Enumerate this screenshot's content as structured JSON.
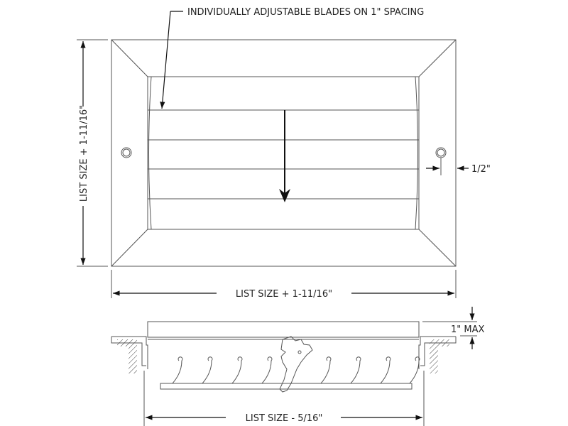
{
  "annotations": {
    "blade_note": "INDIVIDUALLY ADJUSTABLE BLADES ON 1\" SPACING",
    "height_dim": "LIST SIZE + 1-11/16\"",
    "width_dim": "LIST SIZE + 1-11/16\"",
    "hole_offset_dim": "1/2\"",
    "depth_dim": "1\" MAX",
    "section_width_dim": "LIST SIZE - 5/16\""
  },
  "colors": {
    "line": "#555555",
    "text": "#222222"
  }
}
